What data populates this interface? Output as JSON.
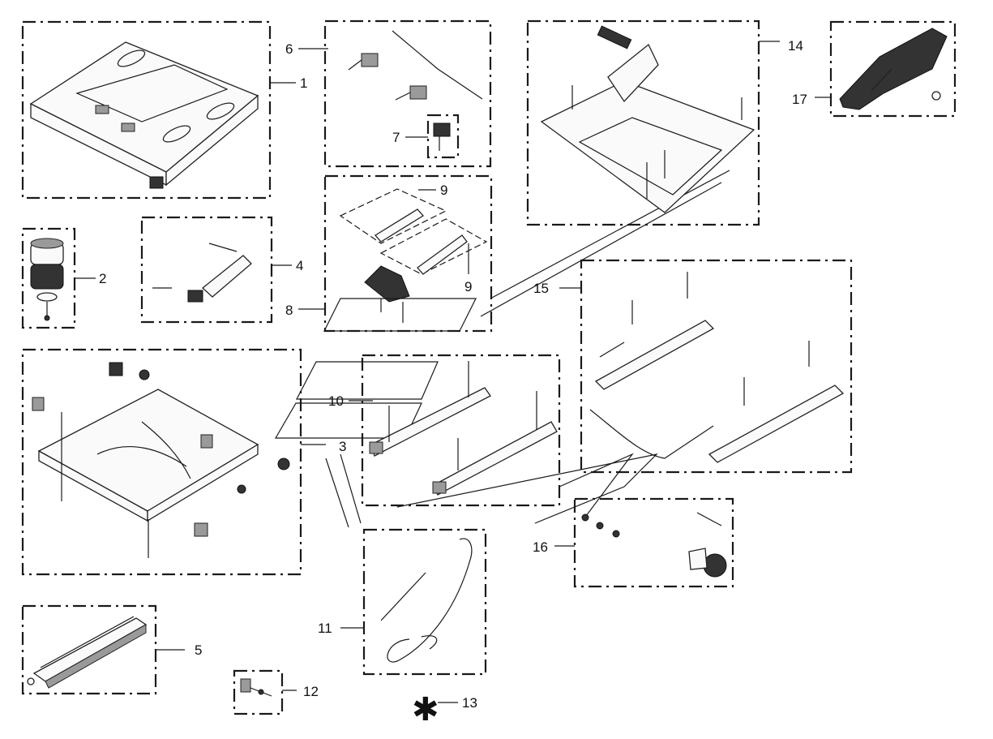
{
  "callouts": {
    "c1": "1",
    "c2": "2",
    "c3": "3",
    "c4": "4",
    "c5": "5",
    "c6": "6",
    "c7": "7",
    "c8": "8",
    "c9a": "9",
    "c9b": "9",
    "c10": "10",
    "c11": "11",
    "c12": "12",
    "c13": "13",
    "c14": "14",
    "c15": "15",
    "c16": "16",
    "c17": "17"
  },
  "star_symbol": "✱",
  "colors": {
    "ink": "#1a1a1a",
    "background": "#ffffff"
  }
}
